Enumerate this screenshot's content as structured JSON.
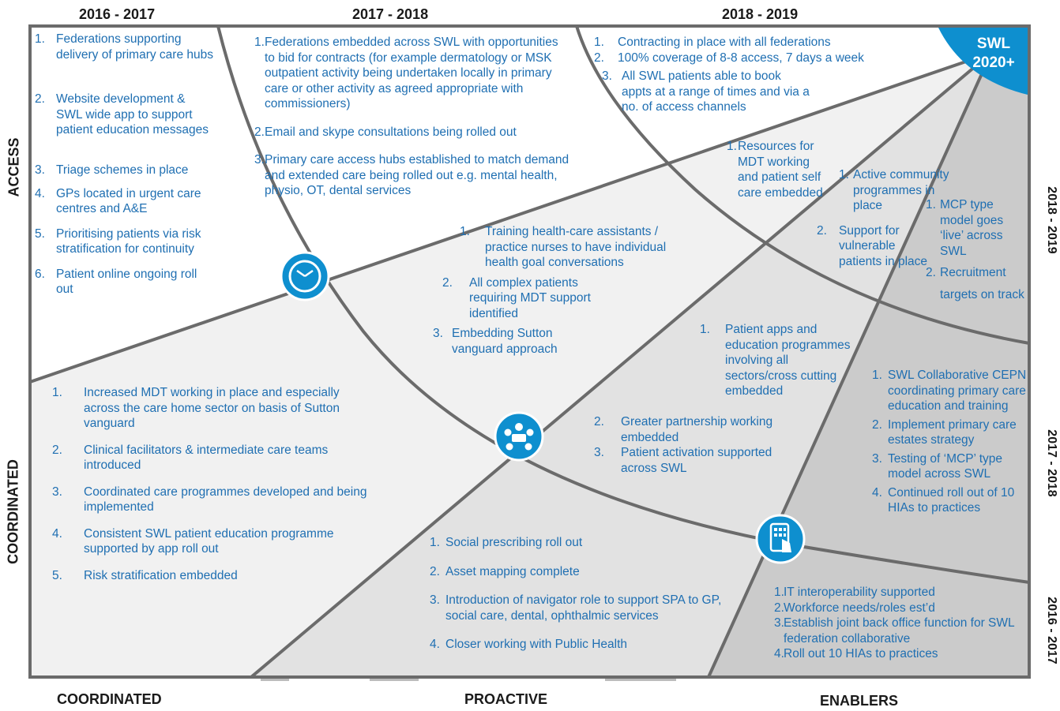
{
  "headers": {
    "top": [
      "2016 - 2017",
      "2017 - 2018",
      "2018 - 2019"
    ],
    "bottom": [
      "COORDINATED",
      "PROACTIVE",
      "ENABLERS"
    ],
    "left": [
      "ACCESS",
      "COORDINATED"
    ],
    "right": [
      "2018 - 2019",
      "2017 - 2018",
      "2016 - 2017"
    ]
  },
  "swl_badge": {
    "line1": "SWL",
    "line2": "2020+"
  },
  "icons": [
    "clock-icon",
    "people-group-icon",
    "mobile-app-icon"
  ],
  "colors": {
    "accent": "#0e8fcf",
    "text_blue": "#1f6fb2",
    "frame": "#6b6b6b"
  },
  "access_2016": [
    {
      "n": "1.",
      "t": "Federations supporting delivery of primary care hubs"
    },
    {
      "n": "2.",
      "t": "Website development & SWL wide app to support patient education messages"
    },
    {
      "n": "3.",
      "t": "Triage schemes in place"
    },
    {
      "n": "4.",
      "t": "GPs located in urgent care centres and A&E"
    },
    {
      "n": "5.",
      "t": "Prioritising patients via risk stratification for continuity"
    },
    {
      "n": "6.",
      "t": "Patient online ongoing roll out"
    }
  ],
  "access_2017": [
    {
      "n": "1.",
      "t": "Federations embedded across SWL with opportunities to bid for contracts (for example dermatology or MSK outpatient activity being undertaken locally in primary care or other activity as agreed appropriate with commissioners)"
    },
    {
      "n": "2.",
      "t": "Email and skype consultations being rolled out"
    },
    {
      "n": "3.",
      "t": "Primary care access hubs established to match demand and extended care being rolled out e.g. mental health, physio, OT, dental services"
    }
  ],
  "access_2018": [
    {
      "n": "1.",
      "t": "Contracting in place  with all  federations"
    },
    {
      "n": "2.",
      "t": "100% coverage of 8-8 access, 7 days a week"
    },
    {
      "n": "3.",
      "t": "All SWL patients able to book appts at a range of times and via a no. of  access channels"
    }
  ],
  "mid_2018_a": {
    "n": "1.",
    "t": "Resources for MDT working and patient self care embedded"
  },
  "mid_2018_b": [
    {
      "n": "1.",
      "t": "Active community programmes in place"
    },
    {
      "n": "2.",
      "t": "Support for vulnerable patients in place"
    }
  ],
  "right_2018": [
    {
      "n": "1.",
      "t": "MCP type model goes ‘live’ across SWL"
    },
    {
      "n": "2.",
      "t": "Recruitment targets on track"
    }
  ],
  "proactive_2017": [
    {
      "n": "1.",
      "t": "Training health-care assistants / practice nurses to have individual health goal conversations"
    },
    {
      "n": "2.",
      "t": "All complex patients requiring MDT support identified"
    },
    {
      "n": "3.",
      "t": "Embedding Sutton vanguard approach"
    }
  ],
  "proactive_2018": [
    {
      "n": "1.",
      "t": "Patient apps and education programmes involving all sectors/cross cutting embedded"
    }
  ],
  "proactive_2018b": [
    {
      "n": "2.",
      "t": "Greater partnership working embedded"
    },
    {
      "n": "3.",
      "t": "Patient activation supported across SWL"
    }
  ],
  "enablers_2017": [
    {
      "n": "1.",
      "t": "SWL Collaborative CEPN  coordinating primary care education and training"
    },
    {
      "n": "2.",
      "t": "Implement  primary care estates strategy"
    },
    {
      "n": "3.",
      "t": "Testing of ‘MCP’ type model across SWL"
    },
    {
      "n": "4.",
      "t": "Continued  roll out of 10 HIAs to practices"
    }
  ],
  "coordinated_2016": [
    {
      "n": "1.",
      "t": "Increased MDT working in place and especially across the care home sector on basis of Sutton vanguard"
    },
    {
      "n": "2.",
      "t": "Clinical facilitators & intermediate care teams introduced"
    },
    {
      "n": "3.",
      "t": "Coordinated care programmes developed and being implemented"
    },
    {
      "n": "4.",
      "t": "Consistent SWL patient education programme supported by app roll out"
    },
    {
      "n": "5.",
      "t": "Risk stratification embedded"
    }
  ],
  "proactive_2016": [
    {
      "n": "1.",
      "t": "Social prescribing roll out"
    },
    {
      "n": "2.",
      "t": "Asset mapping complete"
    },
    {
      "n": "3.",
      "t": "Introduction of navigator role to support SPA to GP, social care, dental, ophthalmic services"
    },
    {
      "n": "4.",
      "t": "Closer working with Public Health"
    }
  ],
  "enablers_2016": [
    {
      "n": "1.",
      "t": "IT interoperability supported"
    },
    {
      "n": "2.",
      "t": "Workforce needs/roles est’d"
    },
    {
      "n": "3.",
      "t": "Establish joint back office function for SWL federation collaborative"
    },
    {
      "n": "4.",
      "t": "Roll out 10 HIAs to practices"
    }
  ]
}
